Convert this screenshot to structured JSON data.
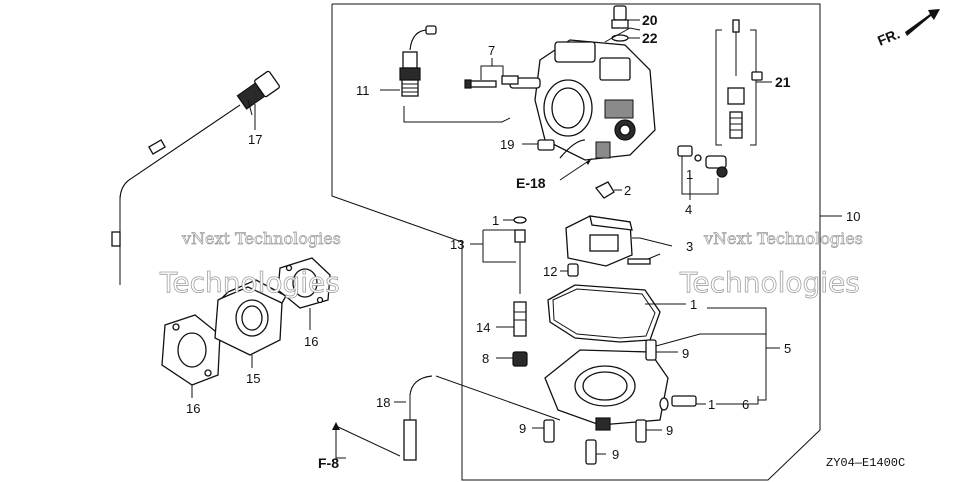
{
  "callouts": {
    "c1a": "1",
    "c1b": "1",
    "c1c": "1",
    "c1d": "1",
    "c2": "2",
    "c3": "3",
    "c4": "4",
    "c5": "5",
    "c6": "6",
    "c7": "7",
    "c8": "8",
    "c9a": "9",
    "c9b": "9",
    "c9c": "9",
    "c9d": "9",
    "c10": "10",
    "c11": "11",
    "c12": "12",
    "c13": "13",
    "c14": "14",
    "c15": "15",
    "c16a": "16",
    "c16b": "16",
    "c17": "17",
    "c18": "18",
    "c19": "19",
    "c20": "20",
    "c21": "21",
    "c22": "22"
  },
  "references": {
    "e18": "E-18",
    "f8": "F-8",
    "front": "FR."
  },
  "diagram_code": "ZY04—E1400C",
  "watermarks": {
    "left_small": "vNext Technologies",
    "left_big": "Technologies",
    "right_small": "vNext Technologies",
    "right_big": "Technologies"
  }
}
